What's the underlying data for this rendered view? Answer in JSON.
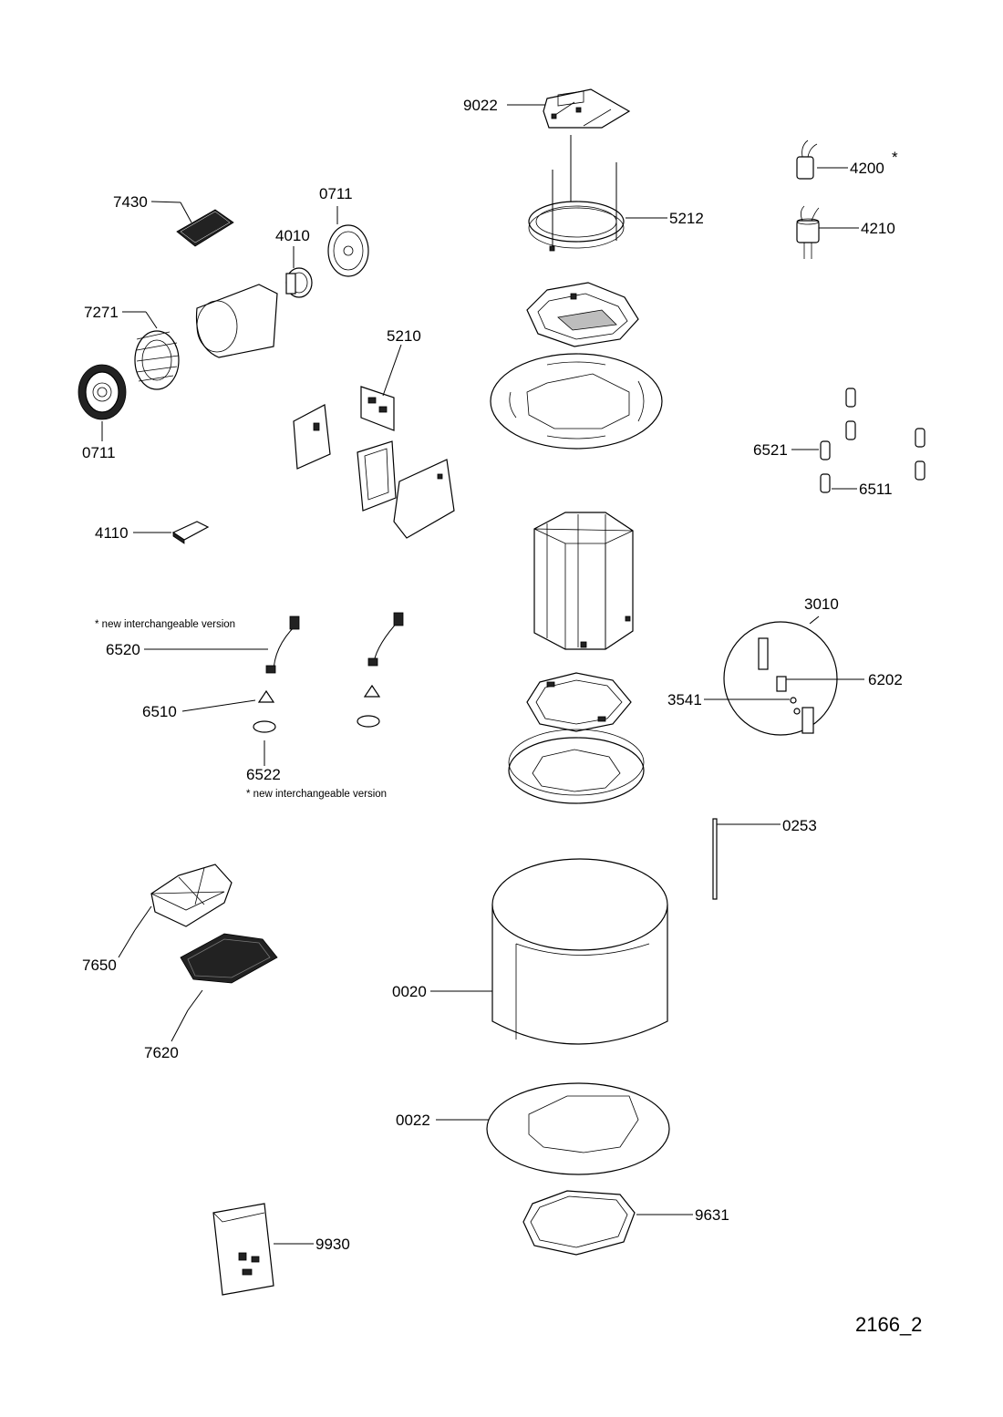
{
  "diagram": {
    "document_id": "2166_2",
    "notes": {
      "note_left": "* new interchangeable version",
      "note_bottom": "* new interchangeable version",
      "asterisk_4200": "*"
    },
    "part_labels": {
      "p9022": "9022",
      "p5212": "5212",
      "p4200": "4200",
      "p4210": "4210",
      "p7430": "7430",
      "p0711_top": "0711",
      "p4010": "4010",
      "p7271": "7271",
      "p5210": "5210",
      "p0711_bottom": "0711",
      "p6521": "6521",
      "p6511": "6511",
      "p4110": "4110",
      "p6520": "6520",
      "p6510": "6510",
      "p6522": "6522",
      "p3010": "3010",
      "p6202": "6202",
      "p3541": "3541",
      "p0253": "0253",
      "p7650": "7650",
      "p7620": "7620",
      "p0020": "0020",
      "p0022": "0022",
      "p9631": "9631",
      "p9930": "9930"
    }
  }
}
